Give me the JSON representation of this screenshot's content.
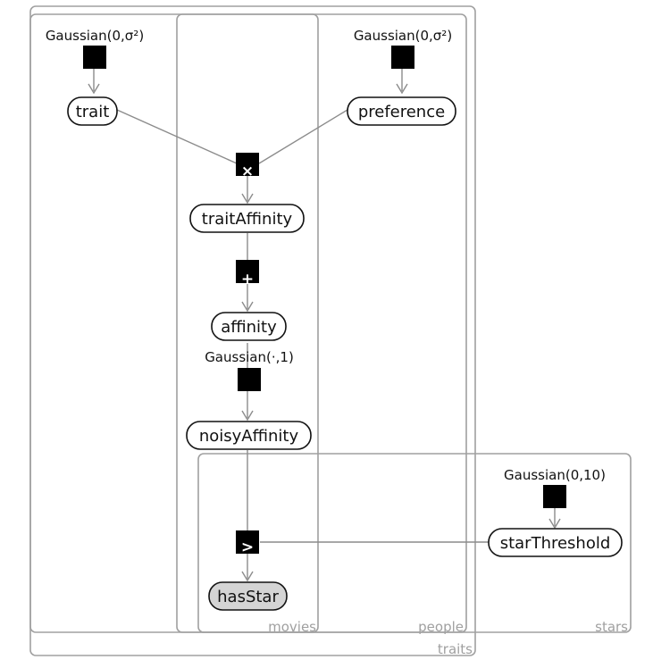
{
  "plates": {
    "traits": "traits",
    "movies": "movies",
    "people": "people",
    "stars": "stars"
  },
  "nodes": {
    "trait": "trait",
    "preference": "preference",
    "traitAffinity": "traitAffinity",
    "affinity": "affinity",
    "noisyAffinity": "noisyAffinity",
    "starThreshold": "starThreshold",
    "hasStar": "hasStar"
  },
  "factors": {
    "trait_prior": {
      "label": "Gaussian(0,σ²)"
    },
    "preference_prior": {
      "label": "Gaussian(0,σ²)"
    },
    "product": {
      "symbol": "×"
    },
    "sum": {
      "symbol": "+"
    },
    "noise": {
      "label": "Gaussian(·,1)"
    },
    "threshold_prior": {
      "label": "Gaussian(0,10)"
    },
    "greater": {
      "symbol": ">"
    }
  }
}
